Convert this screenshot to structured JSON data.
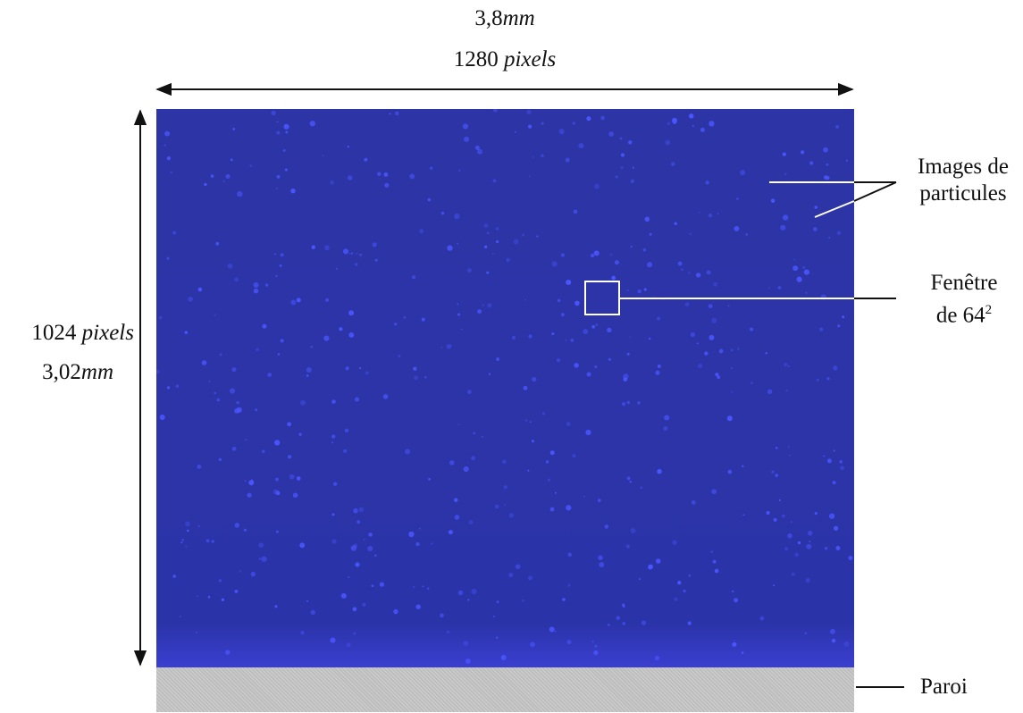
{
  "width_annotation": {
    "value": "3,8",
    "unit": "mm",
    "pixels_value": "1280",
    "pixels_unit": "pixels"
  },
  "height_annotation": {
    "pixels_value": "1024",
    "pixels_unit": "pixels",
    "value": "3,02",
    "unit": "mm"
  },
  "callouts": {
    "particles": {
      "line1": "Images de",
      "line2": "particules"
    },
    "window": {
      "line1": "Fenêtre",
      "line2_prefix": "de 64",
      "line2_sup": "2"
    },
    "wall": {
      "label": "Paroi"
    }
  },
  "colors": {
    "image_background": "#2d35a6",
    "particle": "#4a55ff",
    "wall": "#c8c8c8",
    "annotation": "#111111"
  }
}
